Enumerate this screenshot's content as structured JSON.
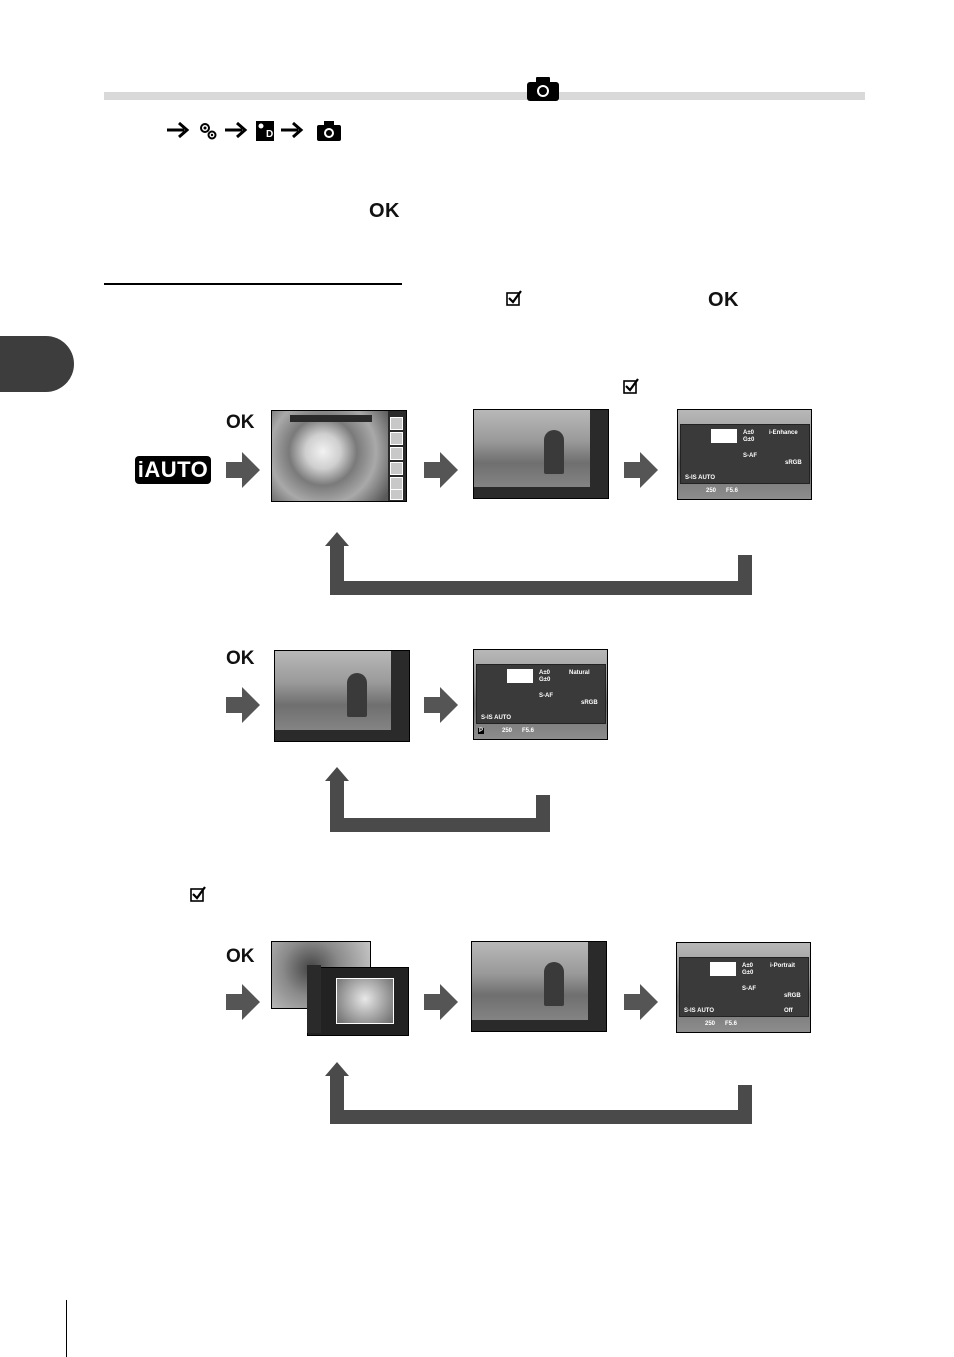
{
  "header": {
    "accent_color": "#d9d9d9",
    "icon": "camera-icon"
  },
  "menu_path": {
    "icons": [
      "arrow-right-icon",
      "gears-icon",
      "arrow-right-icon",
      "custom-menu-d-icon",
      "arrow-right-icon",
      "camera-icon"
    ]
  },
  "labels": {
    "ok_1": "OK",
    "ok_2": "OK",
    "ok_3": "OK",
    "ok_4": "OK",
    "ok_5": "OK",
    "iauto": "iAUTO"
  },
  "screens": {
    "row1_panel": {
      "enhance": "i-Enhance",
      "a": "A±0",
      "g": "G±0",
      "saf": "S-AF",
      "srgb": "sRGB",
      "num": "250",
      "f": "F5.6",
      "auto": "S-IS AUTO"
    },
    "row2_panel": {
      "natural": "Natural",
      "a": "A±0",
      "g": "G±0",
      "saf": "S-AF",
      "srgb": "sRGB",
      "num": "250",
      "f": "F5.6",
      "auto": "S-IS AUTO",
      "mode": "P"
    },
    "row3_panel": {
      "portrait": "i-Portrait",
      "a": "A±0",
      "g": "G±0",
      "saf": "S-AF",
      "srgb": "sRGB",
      "num": "250",
      "f": "F5.6",
      "auto": "S-IS AUTO",
      "off": "Off"
    }
  }
}
